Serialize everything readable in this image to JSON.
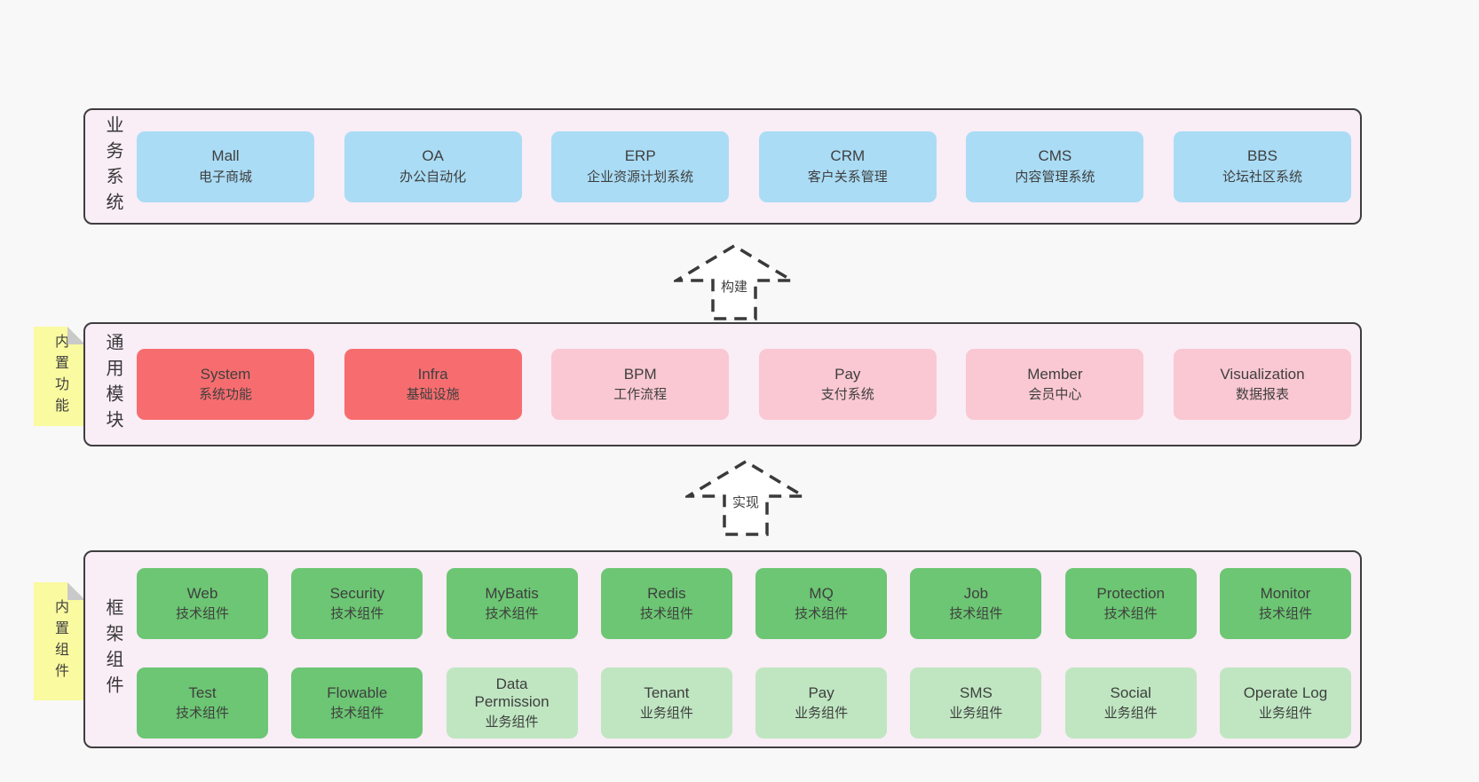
{
  "colors": {
    "page_bg": "#f8f8f8",
    "container_bg": "#f9edf6",
    "container_border": "#3e3e3e",
    "box_blue": "#aadcf5",
    "box_red": "#f76d6f",
    "box_pink": "#fac8d2",
    "box_green": "#6cc673",
    "box_green_light": "#bfe6c1",
    "tab_yellow": "#fafaa0",
    "fold_gray": "#c9c9c9",
    "text": "#3f3f3f"
  },
  "arrows": [
    {
      "label": "构建"
    },
    {
      "label": "实现"
    }
  ],
  "sections": [
    {
      "id": "business-systems",
      "label": "业务系统",
      "boxes": [
        {
          "title": "Mall",
          "subtitle": "电子商城",
          "variant": "blue"
        },
        {
          "title": "OA",
          "subtitle": "办公自动化",
          "variant": "blue"
        },
        {
          "title": "ERP",
          "subtitle": "企业资源计划系统",
          "variant": "blue"
        },
        {
          "title": "CRM",
          "subtitle": "客户关系管理",
          "variant": "blue"
        },
        {
          "title": "CMS",
          "subtitle": "内容管理系统",
          "variant": "blue"
        },
        {
          "title": "BBS",
          "subtitle": "论坛社区系统",
          "variant": "blue"
        }
      ]
    },
    {
      "id": "common-modules",
      "label": "通用模块",
      "tab": "内置功能",
      "boxes": [
        {
          "title": "System",
          "subtitle": "系统功能",
          "variant": "red"
        },
        {
          "title": "Infra",
          "subtitle": "基础设施",
          "variant": "red"
        },
        {
          "title": "BPM",
          "subtitle": "工作流程",
          "variant": "pink"
        },
        {
          "title": "Pay",
          "subtitle": "支付系统",
          "variant": "pink"
        },
        {
          "title": "Member",
          "subtitle": "会员中心",
          "variant": "pink"
        },
        {
          "title": "Visualization",
          "subtitle": "数据报表",
          "variant": "pink"
        }
      ]
    },
    {
      "id": "framework-components",
      "label": "框架组件",
      "tab": "内置组件",
      "rows": [
        [
          {
            "title": "Web",
            "subtitle": "技术组件",
            "variant": "green"
          },
          {
            "title": "Security",
            "subtitle": "技术组件",
            "variant": "green"
          },
          {
            "title": "MyBatis",
            "subtitle": "技术组件",
            "variant": "green"
          },
          {
            "title": "Redis",
            "subtitle": "技术组件",
            "variant": "green"
          },
          {
            "title": "MQ",
            "subtitle": "技术组件",
            "variant": "green"
          },
          {
            "title": "Job",
            "subtitle": "技术组件",
            "variant": "green"
          },
          {
            "title": "Protection",
            "subtitle": "技术组件",
            "variant": "green"
          },
          {
            "title": "Monitor",
            "subtitle": "技术组件",
            "variant": "green"
          }
        ],
        [
          {
            "title": "Test",
            "subtitle": "技术组件",
            "variant": "green"
          },
          {
            "title": "Flowable",
            "subtitle": "技术组件",
            "variant": "green"
          },
          {
            "title": "Data Permission",
            "subtitle": "业务组件",
            "variant": "green-light"
          },
          {
            "title": "Tenant",
            "subtitle": "业务组件",
            "variant": "green-light"
          },
          {
            "title": "Pay",
            "subtitle": "业务组件",
            "variant": "green-light"
          },
          {
            "title": "SMS",
            "subtitle": "业务组件",
            "variant": "green-light"
          },
          {
            "title": "Social",
            "subtitle": "业务组件",
            "variant": "green-light"
          },
          {
            "title": "Operate Log",
            "subtitle": "业务组件",
            "variant": "green-light"
          }
        ]
      ]
    }
  ]
}
